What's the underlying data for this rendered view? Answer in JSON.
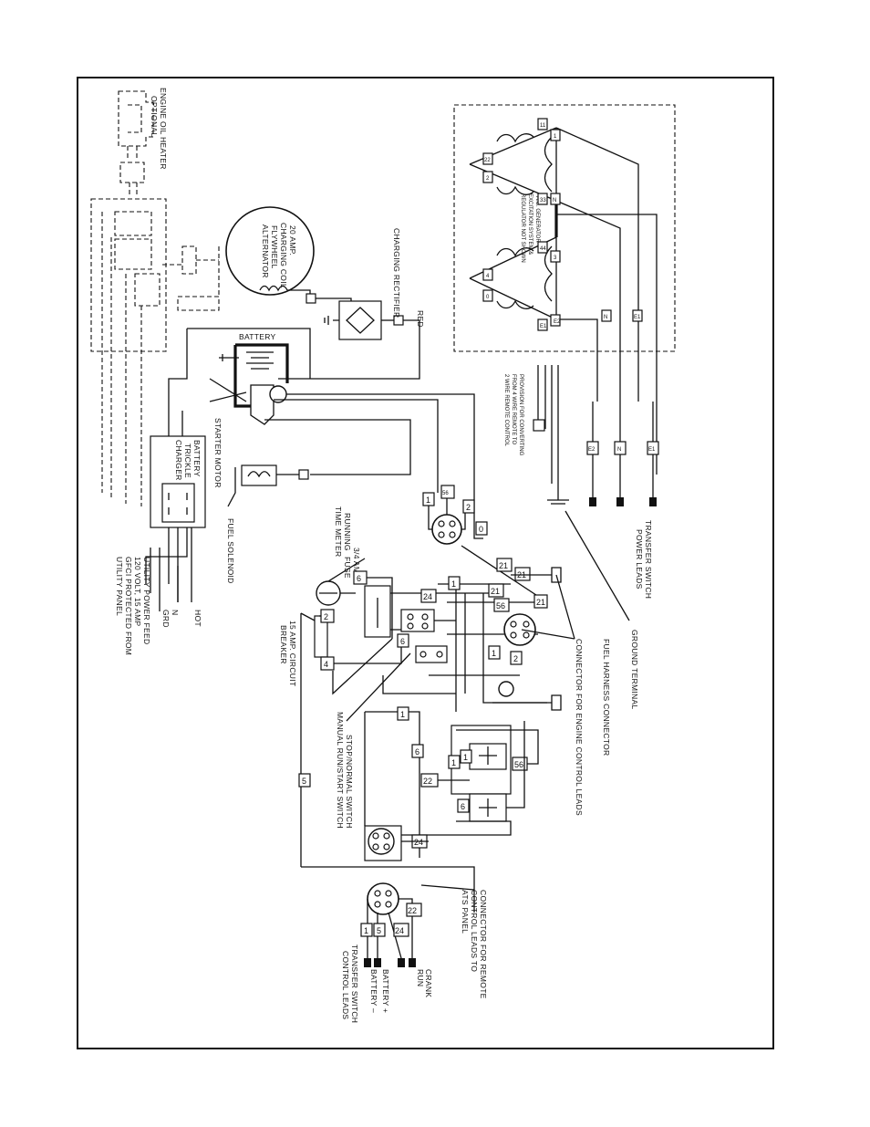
{
  "labels": {
    "engine_oil_heater": [
      "ENGINE OIL HEATER",
      "OPTIONAL"
    ],
    "alternator": [
      "20 AMP.",
      "CHARGING COIL",
      "FLYWHEEL",
      "ALTERNATOR"
    ],
    "charging_rectifier": "CHARGING RECTIFIER",
    "red": "RED",
    "battery": "BATTERY",
    "starter_motor": "STARTER MOTOR",
    "trickle_charger": [
      "BATTERY",
      "TRICKLE",
      "CHARGER"
    ],
    "fuel_solenoid": "FUEL SOLENOID",
    "ac_generator": [
      "A.C. GENERATOR",
      "EXCITATION SYSTEM &",
      "REGULATOR NOT SHOWN"
    ],
    "provision": [
      "PROVISION FOR CONVERTING",
      "FROM 4 WIRE REMOTE TO",
      "2 WIRE REMOTE CONTROL"
    ],
    "transfer_power": [
      "TRANSFER SWITCH",
      "POWER LEADS"
    ],
    "ground_terminal": "GROUND TERMINAL",
    "fuel_harness": "FUEL HARNESS CONNECTOR",
    "engine_connector": "CONNECTOR FOR ENGINE CONTROL LEADS",
    "time_meter": [
      "RUNNING",
      "TIME METER"
    ],
    "fuse": [
      "3/4 AMP.",
      "FUSE"
    ],
    "breaker": [
      "15 AMP. CIRCUIT",
      "BREAKER"
    ],
    "utility": [
      "UTILITY POWER FEED",
      "120 VOLT, 15 AMP",
      "GFCI PROTECTED FROM",
      "UTILITY PANEL"
    ],
    "hot": "HOT",
    "n": "N",
    "grd": "GRD",
    "stop_switch": "STOP/NORMAL SWITCH",
    "manual_switch": "MANUAL RUN/START SWITCH",
    "remote_connector": [
      "CONNECTOR FOR REMOTE",
      "CONTROL LEADS TO",
      "ATS PANEL"
    ],
    "transfer_control": [
      "TRANSFER SWITCH",
      "CONTROL LEADS"
    ],
    "crank": "CRANK",
    "run": "RUN",
    "battery_plus": "BATTERY +",
    "battery_minus": "BATTERY –"
  },
  "wire_tags": {
    "gen_0": "0",
    "gen_1": "1",
    "gen_2": "2",
    "gen_3": "3",
    "gen_4": "4",
    "gen_11": "11",
    "gen_22": "22",
    "gen_33": "33",
    "gen_44": "44",
    "gen_N": "N",
    "gen_E1": "E1",
    "gen_E2": "E2",
    "lead_E2": "E2",
    "lead_N": "N",
    "lead_E1": "E1",
    "sw_0": "0",
    "sw_1": "1",
    "sw_2": "2",
    "c1": "1",
    "c56": "56",
    "c2": "2",
    "c0": "0",
    "t21a": "21",
    "t21b": "21",
    "t21c": "21",
    "t21d": "21",
    "t1a": "1",
    "t1b": "1",
    "t2": "2",
    "t6": "6",
    "t24a": "24",
    "t24b": "24",
    "t56a": "56",
    "t56b": "56",
    "t22": "22",
    "t5": "5",
    "t4": "4",
    "t2b": "2",
    "t6b": "6",
    "t1c": "1",
    "t6c": "6",
    "r22": "22",
    "r24": "24",
    "r5": "5",
    "r1": "1"
  }
}
